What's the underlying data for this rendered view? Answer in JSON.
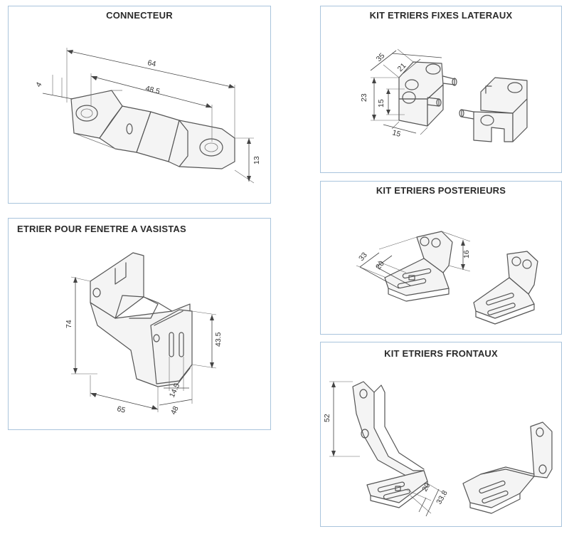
{
  "panels": {
    "connecteur": {
      "title": "CONNECTEUR",
      "dims": {
        "d64": "64",
        "d485": "48.5",
        "d4": "4",
        "d13": "13"
      }
    },
    "lateraux": {
      "title": "KIT ETRIERS FIXES LATERAUX",
      "dims": {
        "d35": "35",
        "d21": "21",
        "d23": "23",
        "d15a": "15",
        "d15b": "15"
      }
    },
    "posterieurs": {
      "title": "KIT ETRIERS POSTERIEURS",
      "dims": {
        "d33": "33",
        "d20": "20",
        "d16": "16"
      }
    },
    "vasistas": {
      "title": "ETRIER POUR FENETRE A VASISTAS",
      "dims": {
        "d74": "74",
        "d435": "43.5",
        "d145": "14.5",
        "d48": "48",
        "d65": "65"
      }
    },
    "frontaux": {
      "title": "KIT ETRIERS FRONTAUX",
      "dims": {
        "d52": "52",
        "d20": "20",
        "d338": "33.8"
      }
    }
  }
}
